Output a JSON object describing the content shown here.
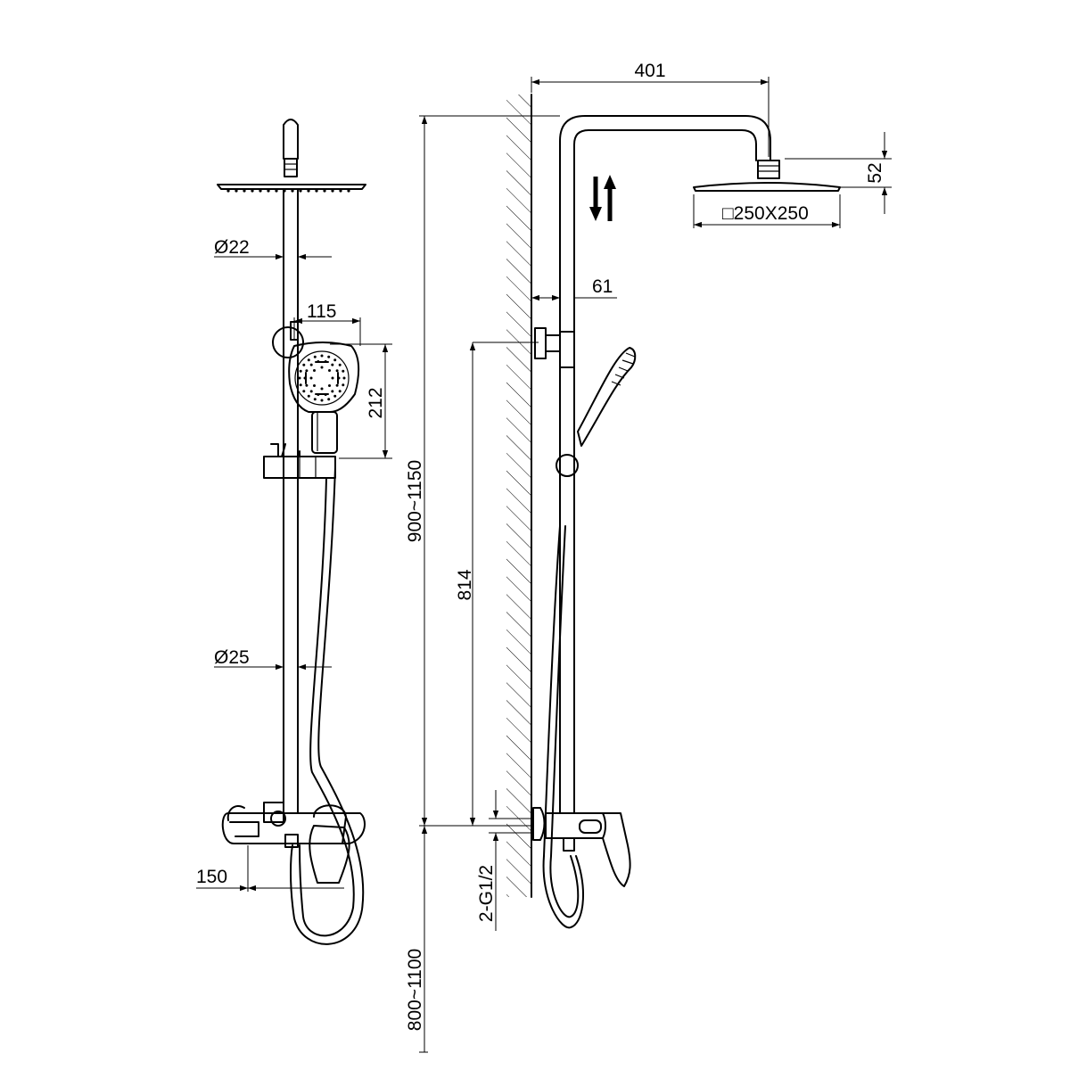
{
  "dimensions": {
    "d401": "401",
    "d52": "52",
    "d250": "□250X250",
    "d61": "61",
    "d22": "Ø22",
    "d115": "115",
    "d212": "212",
    "d900_1150": "900~1150",
    "d814": "814",
    "d25": "Ø25",
    "d150": "150",
    "dG12": "2-G1/2",
    "d800_1100": "800~1100"
  },
  "icons": {
    "height_adjust": "up-down-arrows-icon",
    "wall": "wall-hatch"
  }
}
